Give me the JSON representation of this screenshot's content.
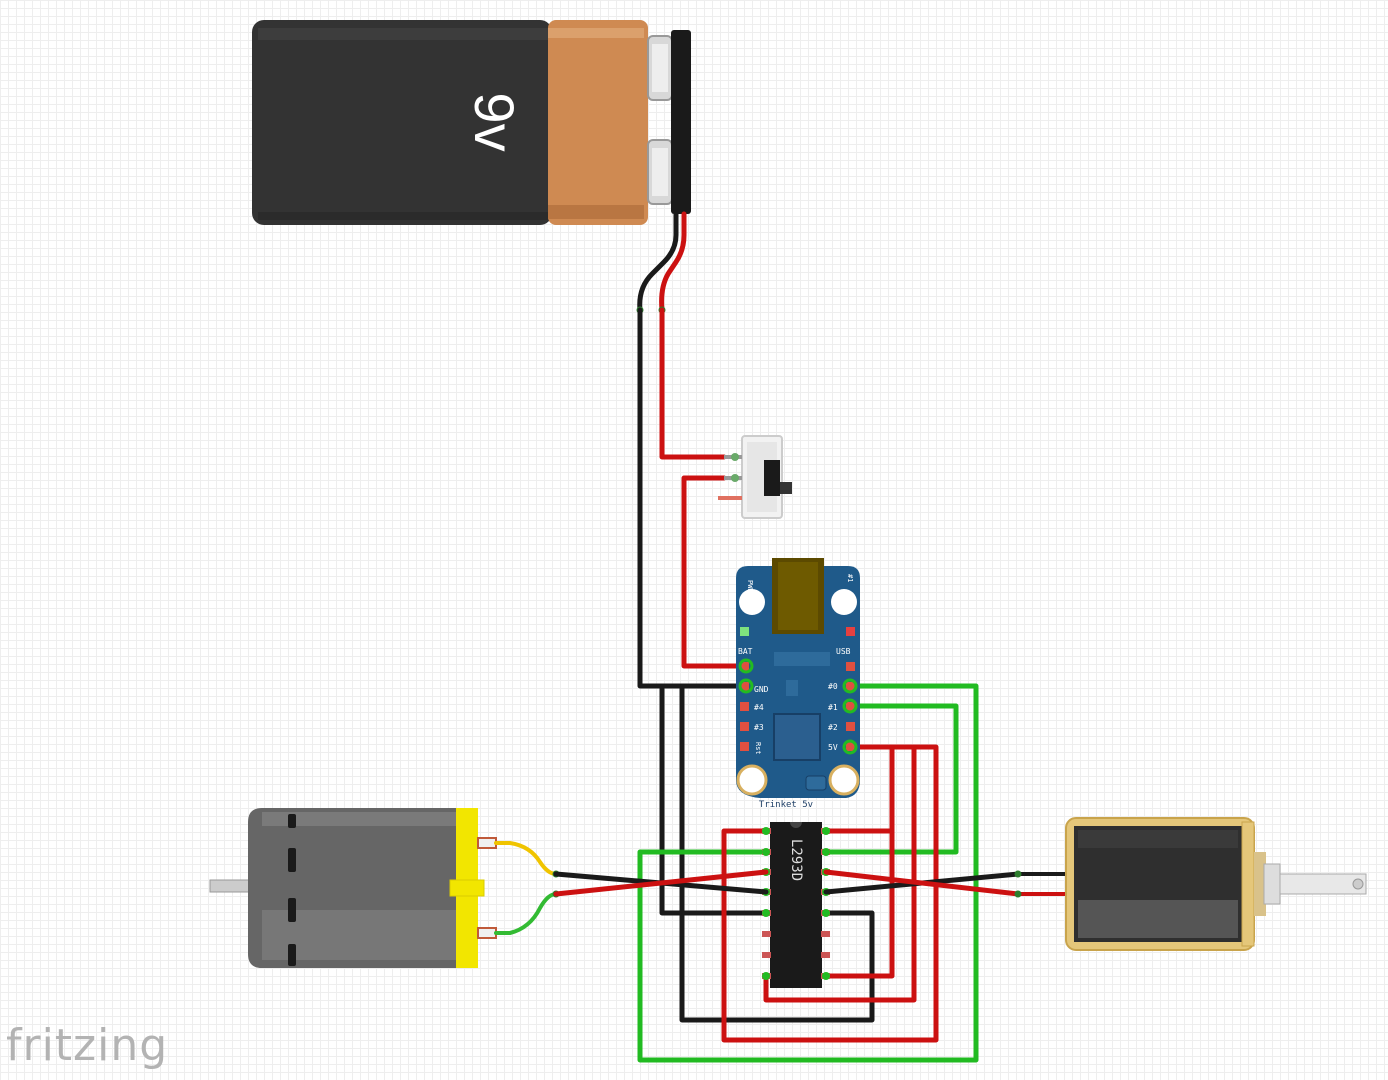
{
  "watermark": "fritzing",
  "battery": {
    "label": "9v",
    "body_color": "#333333",
    "cap_color": "#cf8a52"
  },
  "trinket": {
    "label": "Trinket 5v",
    "pins_left": [
      "BAT",
      "GND",
      "#4",
      "#3",
      "Rst"
    ],
    "pins_right": [
      "USB",
      "#0",
      "#1",
      "#2",
      "5V"
    ],
    "top_left": "PWR",
    "top_right": "#1",
    "board_color": "#1f5a8a"
  },
  "driver": {
    "label": "L293D"
  },
  "motor": {
    "shell_color": "#777777",
    "cap_color": "#f2e600"
  },
  "wire_colors": {
    "power": "#cc1111",
    "ground": "#1a1a1a",
    "signal": "#22bb22",
    "motor_a": "#f0c400",
    "motor_b": "#33bb33"
  }
}
